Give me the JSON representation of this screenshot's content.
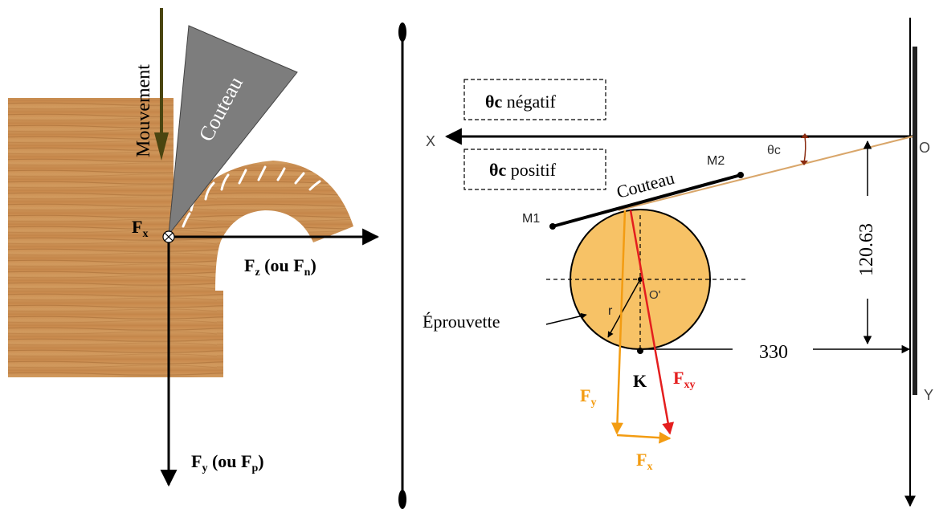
{
  "left_panel": {
    "movement_label": "Mouvement",
    "knife_label": "Couteau",
    "fx": {
      "main": "F",
      "sub": "x"
    },
    "fz": {
      "main": "F",
      "sub": "z",
      "mid": " (ou F",
      "sub2": "n",
      "close": ")"
    },
    "fy": {
      "main": "F",
      "sub": "y",
      "mid": " (ou F",
      "sub2": "p",
      "close": ")"
    }
  },
  "right_panel": {
    "theta_negative": {
      "symbol": "θc",
      "text": " négatif"
    },
    "theta_positive": {
      "symbol": "θc",
      "text": " positif"
    },
    "axis_x": "X",
    "axis_y": "Y",
    "origin": "O",
    "theta_label": "θc",
    "m1": "M1",
    "m2": "M2",
    "knife_label": "Couteau",
    "center_label": "O'",
    "radius_label": "r",
    "specimen_label": "Éprouvette",
    "point_k": "K",
    "dim_vertical": "120.63",
    "dim_horizontal": "330",
    "fy": {
      "main": "F",
      "sub": "y"
    },
    "fx": {
      "main": "F",
      "sub": "x"
    },
    "fxy": {
      "main": "F",
      "sub": "xy"
    }
  },
  "colors": {
    "wood": "#c98d4f",
    "wood_dark": "#9a6230",
    "knife_gray": "#7d7d7d",
    "movement_arrow": "#4a4510",
    "specimen_fill": "#f7c266",
    "orange": "#f39c12",
    "red": "#e41e1e",
    "tan_line": "#d9a66a"
  }
}
